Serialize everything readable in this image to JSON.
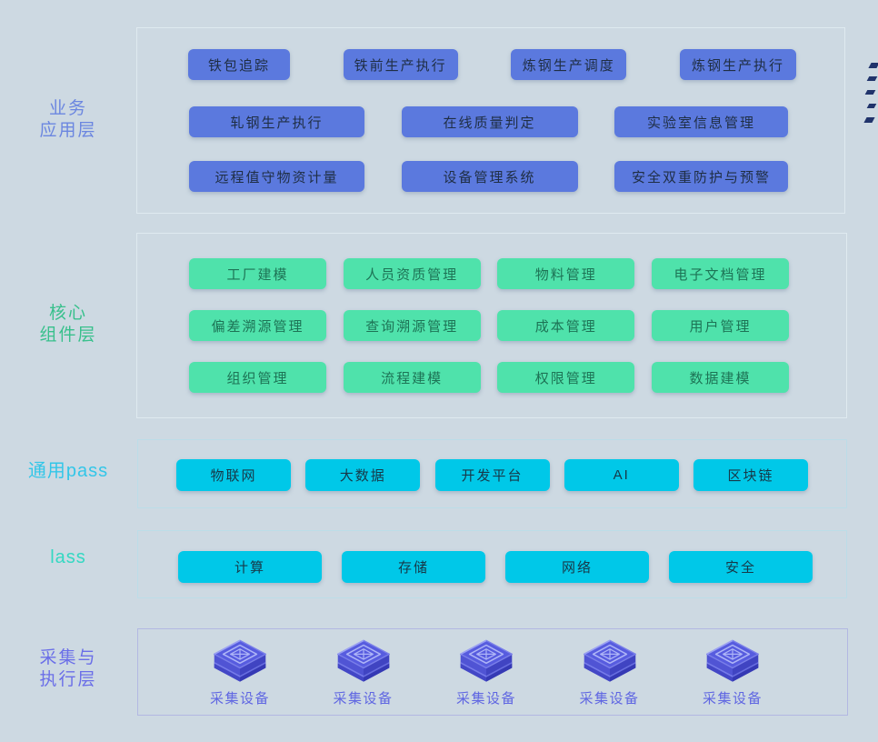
{
  "colors": {
    "background": "#cdd9e2",
    "business_button": "#5b79de",
    "core_button": "#4fe2ab",
    "paas_iaas_button": "#00c8e8",
    "business_label": "#6b86e0",
    "core_label": "#38c08c",
    "paas_label": "#32c6e8",
    "iaas_label": "#33d8c2",
    "device_label": "#6a6ee8",
    "device_cube": "#575cdf",
    "dash_decoration": "#20336b"
  },
  "business_layer": {
    "label": [
      "业务",
      "应用层"
    ],
    "row1": [
      "铁包追踪",
      "铁前生产执行",
      "炼钢生产调度",
      "炼钢生产执行"
    ],
    "row2": [
      "轧钢生产执行",
      "在线质量判定",
      "实验室信息管理"
    ],
    "row3": [
      "远程值守物资计量",
      "设备管理系统",
      "安全双重防护与预警"
    ]
  },
  "core_layer": {
    "label": [
      "核心",
      "组件层"
    ],
    "row1": [
      "工厂建模",
      "人员资质管理",
      "物料管理",
      "电子文档管理"
    ],
    "row2": [
      "偏差溯源管理",
      "查询溯源管理",
      "成本管理",
      "用户管理"
    ],
    "row3": [
      "组织管理",
      "流程建模",
      "权限管理",
      "数据建模"
    ]
  },
  "paas_layer": {
    "label": "通用pass",
    "buttons": [
      "物联网",
      "大数据",
      "开发平台",
      "AI",
      "区块链"
    ]
  },
  "iaas_layer": {
    "label": "lass",
    "buttons": [
      "计算",
      "存储",
      "网络",
      "安全"
    ]
  },
  "device_layer": {
    "label": [
      "采集与",
      "执行层"
    ],
    "devices": [
      "采集设备",
      "采集设备",
      "采集设备",
      "采集设备",
      "采集设备"
    ]
  }
}
